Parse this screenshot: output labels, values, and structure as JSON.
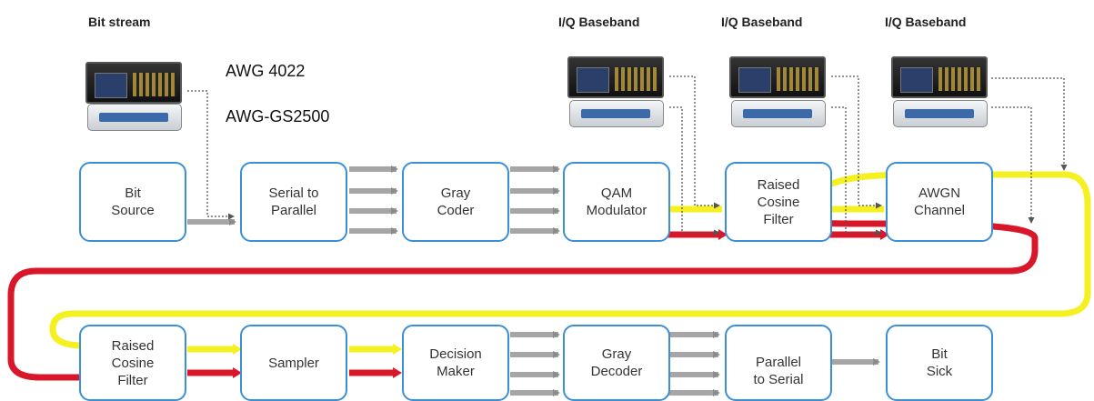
{
  "headers": {
    "bitstream": "Bit stream",
    "iq1": "I/Q Baseband",
    "iq2": "I/Q Baseband",
    "iq3": "I/Q Baseband"
  },
  "instruments": {
    "awg4022": "AWG 4022",
    "gs2500": "AWG-GS2500"
  },
  "blocks": {
    "bit_source": "Bit\nSource",
    "serial_to_parallel": "Serial to\nParallel",
    "gray_coder": "Gray\nCoder",
    "qam_modulator": "QAM\nModulator",
    "raised_cosine_filter_tx": "Raised\nCosine\nFilter",
    "awgn_channel": "AWGN\nChannel",
    "raised_cosine_filter_rx": "Raised\nCosine\nFilter",
    "sampler": "Sampler",
    "decision_maker": "Decision\nMaker",
    "gray_decoder": "Gray\nDecoder",
    "parallel_to_serial": "Parallel\nto Serial",
    "bit_sink": "Bit\nSick"
  },
  "colors": {
    "block_border": "#3a8fd6",
    "i_path": "#f5f020",
    "q_path": "#d8182a",
    "bus": "#a6a6a6",
    "control": "#666666"
  }
}
